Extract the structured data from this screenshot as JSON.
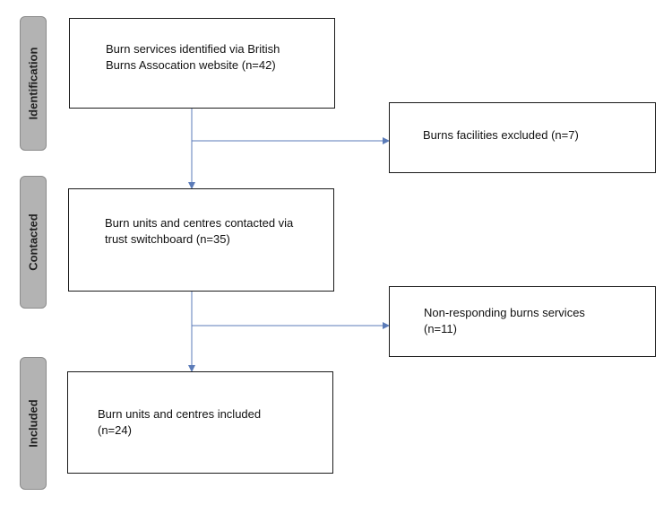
{
  "stages": {
    "identification": "Identification",
    "contacted": "Contacted",
    "included": "Included"
  },
  "boxes": {
    "identified": {
      "line1": "Burn services identified via British",
      "line2": "Burns Assocation website (n=42)"
    },
    "excluded": {
      "line1": "Burns facilities excluded (n=7)"
    },
    "contacted": {
      "line1": "Burn units and centres contacted via",
      "line2": "trust switchboard (n=35)"
    },
    "non_responding": {
      "line1": "Non-responding burns services",
      "line2": "(n=11)"
    },
    "included": {
      "line1": "Burn units and centres included",
      "line2": "(n=24)"
    }
  },
  "colors": {
    "arrow": "#5b7bb8",
    "stage_fill": "#b3b3b3",
    "box_border": "#1a1a1a"
  }
}
